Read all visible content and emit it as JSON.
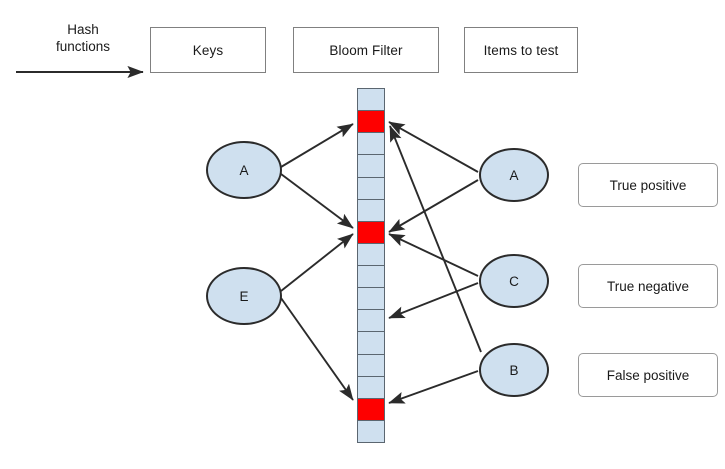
{
  "diagram": {
    "title": "Bloom Filter",
    "hash_caption_line1": "Hash",
    "hash_caption_line2": "functions",
    "colors": {
      "bit_set": "#fe0000",
      "bit_unset": "#cfe0ef",
      "node_fill": "#cfe0ef",
      "node_stroke": "#2b2b2b",
      "box_stroke": "#808080",
      "arrow": "#2b2b2b",
      "background": "#ffffff"
    }
  },
  "headers": [
    {
      "id": "keys",
      "label": "Keys"
    },
    {
      "id": "bloom",
      "label": "Bloom Filter"
    },
    {
      "id": "items",
      "label": "Items to test"
    }
  ],
  "keys": [
    {
      "id": "key-a",
      "label": "A"
    },
    {
      "id": "key-e",
      "label": "E"
    }
  ],
  "test_items": [
    {
      "id": "test-a",
      "label": "A"
    },
    {
      "id": "test-c",
      "label": "C"
    },
    {
      "id": "test-b",
      "label": "B"
    }
  ],
  "results": [
    {
      "id": "true-positive",
      "label": "True positive"
    },
    {
      "id": "true-negative",
      "label": "True negative"
    },
    {
      "id": "false-positive",
      "label": "False positive"
    }
  ],
  "bit_array": {
    "cell_count": 16,
    "set_indices": [
      1,
      6,
      14
    ],
    "bits": [
      0,
      1,
      0,
      0,
      0,
      0,
      1,
      0,
      0,
      0,
      0,
      0,
      0,
      0,
      1,
      0
    ]
  },
  "mappings": {
    "key_hashes": [
      {
        "from": "key-a",
        "to_bit": 1
      },
      {
        "from": "key-a",
        "to_bit": 6
      },
      {
        "from": "key-e",
        "to_bit": 6
      },
      {
        "from": "key-e",
        "to_bit": 14
      }
    ],
    "test_hashes": [
      {
        "from": "test-a",
        "to_bit": 1,
        "outcome": "true-positive"
      },
      {
        "from": "test-a",
        "to_bit": 6,
        "outcome": "true-positive"
      },
      {
        "from": "test-c",
        "to_bit": 6,
        "outcome": "true-negative"
      },
      {
        "from": "test-c",
        "to_bit": 10,
        "outcome": "true-negative"
      },
      {
        "from": "test-b",
        "to_bit": 1,
        "outcome": "false-positive"
      },
      {
        "from": "test-b",
        "to_bit": 14,
        "outcome": "false-positive"
      }
    ]
  }
}
